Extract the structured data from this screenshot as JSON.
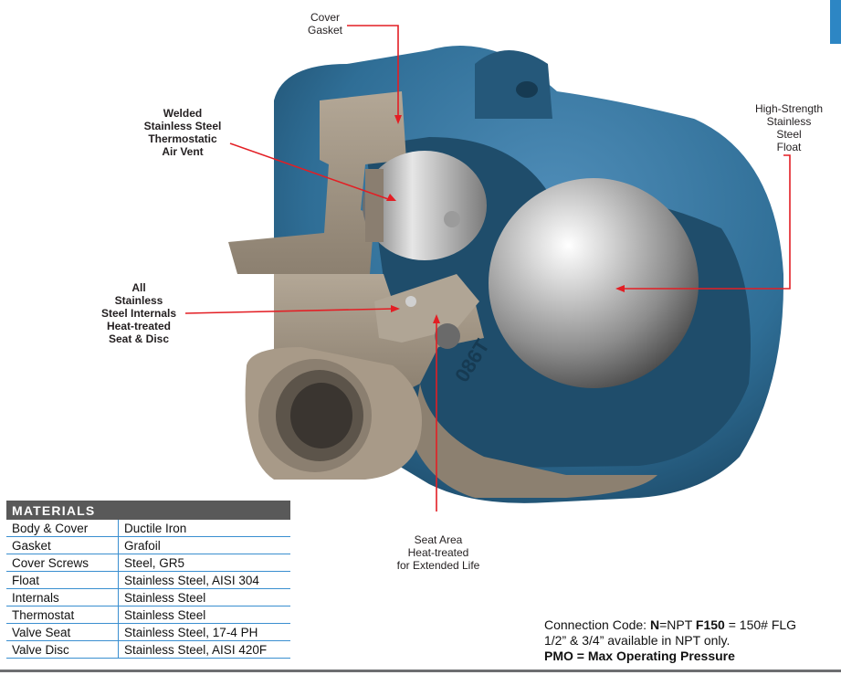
{
  "callouts": {
    "cover_gasket": [
      "Cover",
      "Gasket"
    ],
    "air_vent": [
      "Welded",
      "Stainless Steel",
      "Thermostatic",
      "Air Vent"
    ],
    "float": [
      "High-Strength",
      "Stainless",
      "Steel",
      "Float"
    ],
    "internals": [
      "All",
      "Stainless",
      "Steel Internals",
      "Heat-treated",
      "Seat & Disc"
    ],
    "seat_area": [
      "Seat Area",
      "Heat-treated",
      "for Extended Life"
    ]
  },
  "body_marking": "086T",
  "materials": {
    "heading": "MATERIALS",
    "rows": [
      {
        "part": "Body & Cover",
        "material": "Ductile Iron"
      },
      {
        "part": "Gasket",
        "material": "Grafoil"
      },
      {
        "part": "Cover Screws",
        "material": "Steel, GR5"
      },
      {
        "part": "Float",
        "material": "Stainless Steel, AISI 304"
      },
      {
        "part": "Internals",
        "material": "Stainless Steel"
      },
      {
        "part": "Thermostat",
        "material": "Stainless Steel"
      },
      {
        "part": "Valve Seat",
        "material": "Stainless Steel, 17-4 PH"
      },
      {
        "part": "Valve Disc",
        "material": "Stainless Steel, AISI 420F"
      }
    ]
  },
  "connection": {
    "prefix": "Connection Code: ",
    "n_code": "N",
    "n_text": "=NPT ",
    "f_code": "F150",
    "f_text": " = 150# FLG",
    "line2": "1/2” & 3/4” available in NPT only.",
    "line3": "PMO = Max Operating Pressure"
  },
  "colors": {
    "body_blue": "#2f6e96",
    "body_dark": "#173f5a",
    "cut_metal": "#a09384",
    "steel": "#c8c8c8",
    "leader_red": "#e31e24",
    "table_rule": "#3a8fd0",
    "table_head": "#595959"
  }
}
